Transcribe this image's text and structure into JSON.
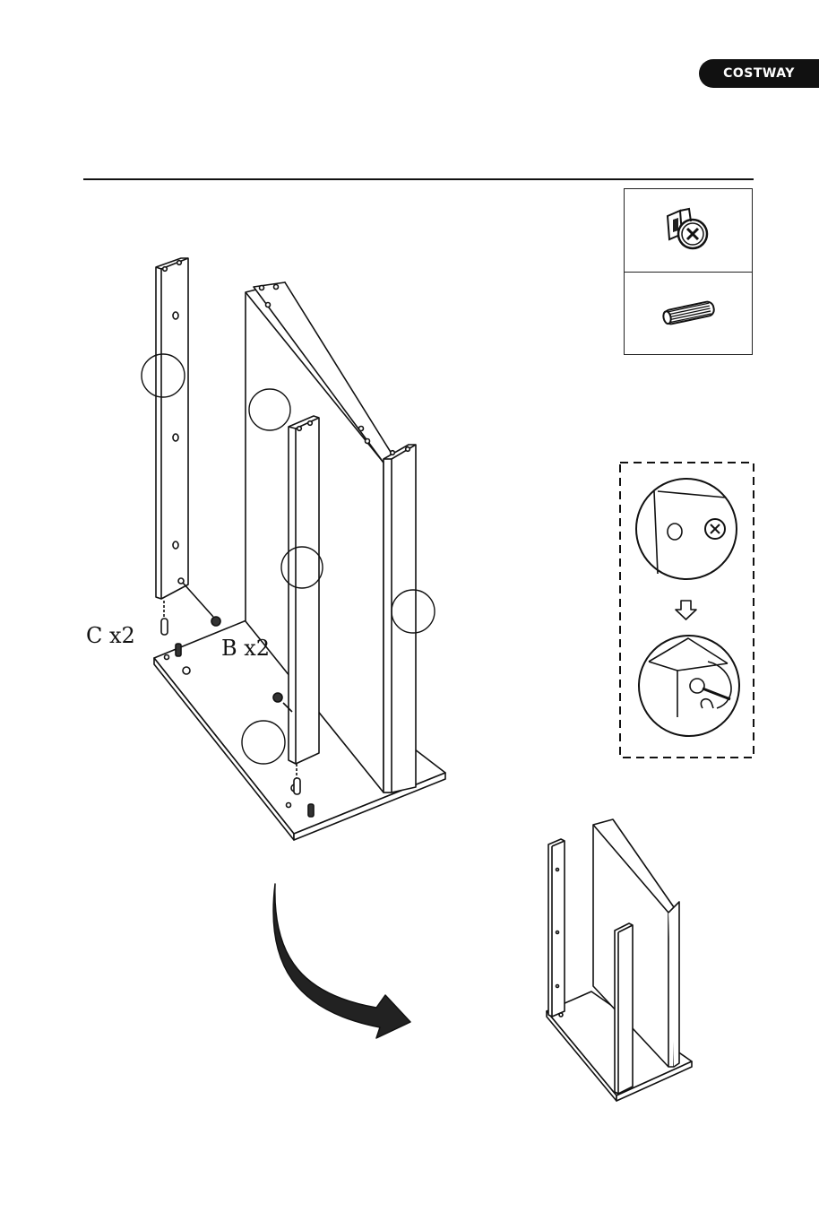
{
  "brand": {
    "name": "COSTWAY"
  },
  "labels": {
    "dowel_count": "C x2",
    "cam_count": "B x2"
  },
  "icons": {
    "parts_top": "cam-lock-icon",
    "parts_bottom": "wooden-dowel-icon",
    "arrow": "curved-arrow-icon",
    "detail_arrow": "down-arrow-icon"
  }
}
